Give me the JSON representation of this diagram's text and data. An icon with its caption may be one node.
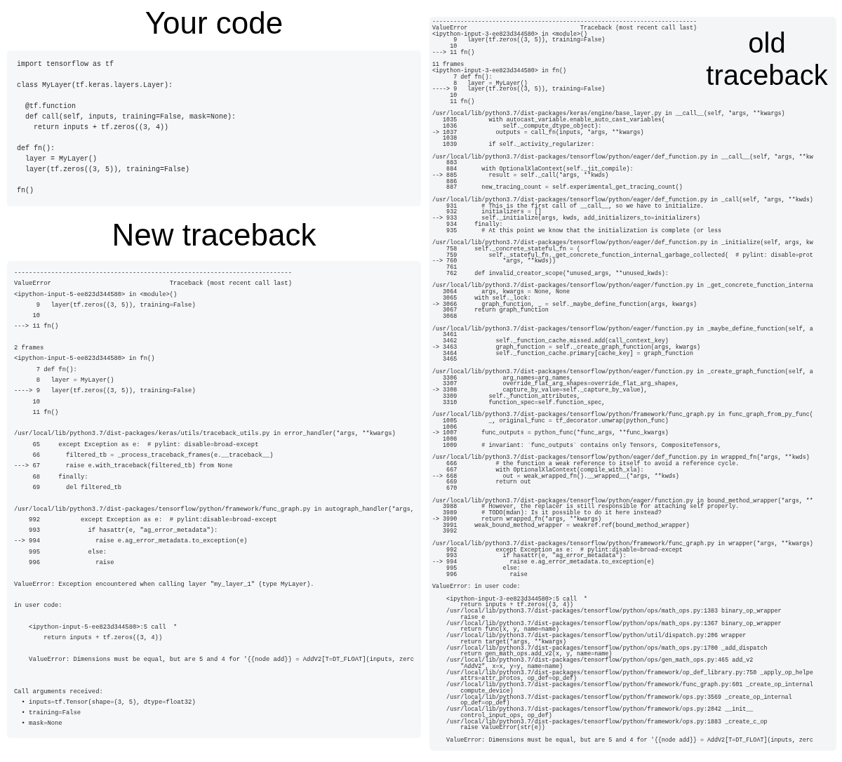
{
  "diagram": {
    "nodes": [
      {
        "text": [
          "Your code",
          "import tensorflow as tf",
          "class MyLayer(tf.keras.layers.Layer):",
          "  @tf.function",
          "  def call(self, inputs, training=False, mask=None):",
          "    return inputs + tf.zeros((3, 4))",
          "def fn():",
          "  layer = MyLayer()",
          "  layer(tf.zeros((3, 5)), training=False)",
          "fn()"
        ]
      },
      {
        "text": [
          "New traceback",
          "---------------------------------------------------------------------------",
          "ValueError                                Traceback (most recent call last)",
          "<ipython-input-5-ee823d344580> in <module>()",
          "      9   layer(tf.zeros((3, 5)), training=False)",
          "     10",
          "---> 11 fn()",
          "2 frames",
          "<ipython-input-5-ee823d344580> in fn()",
          "      7 def fn():",
          "      8   layer = MyLayer()",
          "----> 9   layer(tf.zeros((3, 5)), training=False)",
          "     10",
          "     11 fn()",
          "/usr/local/lib/python3.7/dist-packages/keras/utils/traceback_utils.py in error_handler(*args, **kwargs)",
          "     65     except Exception as e:  # pylint: disable=broad-except",
          "     66       filtered_tb = _process_traceback_frames(e.__traceback__)",
          "---> 67       raise e.with_traceback(filtered_tb) from None",
          "     68     finally:",
          "     69       del filtered_tb",
          "/usr/local/lib/python3.7/dist-packages/tensorflow/python/framework/func_graph.py in autograph_handler(*args,",
          "    992           except Exception as e:  # pylint:disable=broad-except",
          "    993             if hasattr(e, \"ag_error_metadata\"):",
          "--> 994               raise e.ag_error_metadata.to_exception(e)",
          "    995             else:",
          "    996               raise",
          "ValueError: Exception encountered when calling layer \"my_layer_1\" (type MyLayer).",
          "in user code:",
          "    <ipython-input-5-ee823d344580>:5 call  *",
          "        return inputs + tf.zeros((3, 4))",
          "    ValueError: Dimensions must be equal, but are 5 and 4 for '{{node add}} = AddV2[T=DT_FLOAT](inputs, zerc",
          "Call arguments received:",
          "  • inputs=tf.Tensor(shape=(3, 5), dtype=float32)",
          "  • training=False",
          "  • mask=None"
        ]
      },
      {
        "text": [
          "old traceback",
          "---------------------------------------------------------------------------",
          "ValueError                                Traceback (most recent call last)",
          "<ipython-input-3-ee823d344580> in <module>()",
          "      9   layer(tf.zeros((3, 5)), training=False)",
          "     10",
          "---> 11 fn()",
          "11 frames",
          "<ipython-input-3-ee823d344580> in fn()",
          "      7 def fn():",
          "      8   layer = MyLayer()",
          "----> 9   layer(tf.zeros((3, 5)), training=False)",
          "     10",
          "     11 fn()",
          "/usr/local/lib/python3.7/dist-packages/keras/engine/base_layer.py in __call__(self, *args, **kwargs)",
          "   1035         with autocast_variable.enable_auto_cast_variables(",
          "   1036             self._compute_dtype_object):",
          "-> 1037           outputs = call_fn(inputs, *args, **kwargs)",
          "   1038",
          "   1039         if self._activity_regularizer:",
          "/usr/local/lib/python3.7/dist-packages/tensorflow/python/eager/def_function.py in __call__(self, *args, **kw",
          "    883",
          "    884       with OptionalXlaContext(self._jit_compile):",
          "--> 885         result = self._call(*args, **kwds)",
          "    886",
          "    887       new_tracing_count = self.experimental_get_tracing_count()",
          "/usr/local/lib/python3.7/dist-packages/tensorflow/python/eager/def_function.py in _call(self, *args, **kwds)",
          "    931       # This is the first call of __call__, so we have to initialize.",
          "    932       initializers = []",
          "--> 933       self._initialize(args, kwds, add_initializers_to=initializers)",
          "    934     finally:",
          "    935       # At this point we know that the initialization is complete (or less",
          "/usr/local/lib/python3.7/dist-packages/tensorflow/python/eager/def_function.py in _initialize(self, args, kw",
          "    758     self._concrete_stateful_fn = (",
          "    759         self._stateful_fn._get_concrete_function_internal_garbage_collected(  # pylint: disable=prot",
          "--> 760             *args, **kwds))",
          "    761",
          "    762     def invalid_creator_scope(*unused_args, **unused_kwds):",
          "/usr/local/lib/python3.7/dist-packages/tensorflow/python/eager/function.py in _get_concrete_function_interna",
          "   3064       args, kwargs = None, None",
          "   3065     with self._lock:",
          "-> 3066       graph_function, _ = self._maybe_define_function(args, kwargs)",
          "   3067     return graph_function",
          "   3068",
          "/usr/local/lib/python3.7/dist-packages/tensorflow/python/eager/function.py in _maybe_define_function(self, a",
          "   3461",
          "   3462           self._function_cache.missed.add(call_context_key)",
          "-> 3463           graph_function = self._create_graph_function(args, kwargs)",
          "   3464           self._function_cache.primary[cache_key] = graph_function",
          "   3465",
          "/usr/local/lib/python3.7/dist-packages/tensorflow/python/eager/function.py in _create_graph_function(self, a",
          "   3306             arg_names=arg_names,",
          "   3307             override_flat_arg_shapes=override_flat_arg_shapes,",
          "-> 3308             capture_by_value=self._capture_by_value),",
          "   3309         self._function_attributes,",
          "   3310         function_spec=self.function_spec,",
          "/usr/local/lib/python3.7/dist-packages/tensorflow/python/framework/func_graph.py in func_graph_from_py_func(",
          "   1005         _, original_func = tf_decorator.unwrap(python_func)",
          "   1006",
          "-> 1007       func_outputs = python_func(*func_args, **func_kwargs)",
          "   1008",
          "   1009       # invariant: `func_outputs` contains only Tensors, CompositeTensors,",
          "/usr/local/lib/python3.7/dist-packages/tensorflow/python/eager/def_function.py in wrapped_fn(*args, **kwds)",
          "    666           # the function a weak reference to itself to avoid a reference cycle.",
          "    667           with OptionalXlaContext(compile_with_xla):",
          "--> 668             out = weak_wrapped_fn().__wrapped__(*args, **kwds)",
          "    669           return out",
          "    670",
          "/usr/local/lib/python3.7/dist-packages/tensorflow/python/eager/function.py in bound_method_wrapper(*args, **",
          "   3988       # However, the replacer is still responsible for attaching self properly.",
          "   3989       # TODO(mdan): Is it possible to do it here instead?",
          "-> 3990       return wrapped_fn(*args, **kwargs)",
          "   3991     weak_bound_method_wrapper = weakref.ref(bound_method_wrapper)",
          "   3992",
          "/usr/local/lib/python3.7/dist-packages/tensorflow/python/framework/func_graph.py in wrapper(*args, **kwargs)",
          "    992           except Exception as e:  # pylint:disable=broad-except",
          "    993             if hasattr(e, \"ag_error_metadata\"):",
          "--> 994               raise e.ag_error_metadata.to_exception(e)",
          "    995             else:",
          "    996               raise",
          "ValueError: in user code:",
          "    <ipython-input-3-ee823d344580>:5 call  *",
          "        return inputs + tf.zeros((3, 4))",
          "    /usr/local/lib/python3.7/dist-packages/tensorflow/python/ops/math_ops.py:1383 binary_op_wrapper",
          "        raise e",
          "    /usr/local/lib/python3.7/dist-packages/tensorflow/python/ops/math_ops.py:1367 binary_op_wrapper",
          "        return func(x, y, name=name)",
          "    /usr/local/lib/python3.7/dist-packages/tensorflow/python/util/dispatch.py:206 wrapper",
          "        return target(*args, **kwargs)",
          "    /usr/local/lib/python3.7/dist-packages/tensorflow/python/ops/math_ops.py:1700 _add_dispatch",
          "        return gen_math_ops.add_v2(x, y, name=name)",
          "    /usr/local/lib/python3.7/dist-packages/tensorflow/python/ops/gen_math_ops.py:465 add_v2",
          "        \"AddV2\", x=x, y=y, name=name)",
          "    /usr/local/lib/python3.7/dist-packages/tensorflow/python/framework/op_def_library.py:750 _apply_op_helpe",
          "        attrs=attr_protos, op_def=op_def)",
          "    /usr/local/lib/python3.7/dist-packages/tensorflow/python/framework/func_graph.py:601 _create_op_internal",
          "        compute_device)",
          "    /usr/local/lib/python3.7/dist-packages/tensorflow/python/framework/ops.py:3569 _create_op_internal",
          "        op_def=op_def)",
          "    /usr/local/lib/python3.7/dist-packages/tensorflow/python/framework/ops.py:2042 __init__",
          "        control_input_ops, op_def)",
          "    /usr/local/lib/python3.7/dist-packages/tensorflow/python/framework/ops.py:1883 _create_c_op",
          "        raise ValueError(str(e))",
          "    ValueError: Dimensions must be equal, but are 5 and 4 for '{{node add}} = AddV2[T=DT_FLOAT](inputs, zerc"
        ]
      }
    ]
  }
}
